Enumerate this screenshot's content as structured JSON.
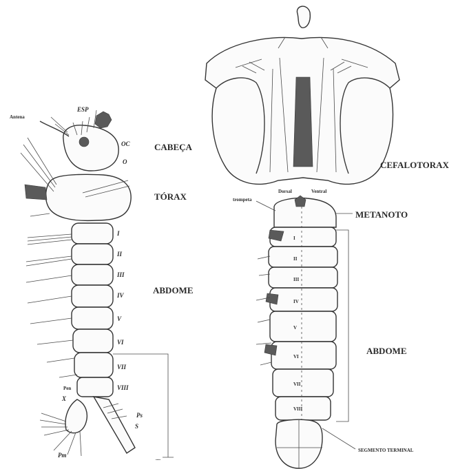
{
  "left_larva": {
    "labels": {
      "antenna": "Antena",
      "esp": "ESP",
      "cabeca": "CABEÇA",
      "torax": "TÓRAX",
      "abdome": "ABDOME",
      "oc": "OC",
      "o": "O",
      "pp": "Pen",
      "x": "X",
      "pm": "Pm",
      "ps": "Ps",
      "s": "S"
    },
    "roman_numerals": [
      "I",
      "II",
      "III",
      "IV",
      "V",
      "VI",
      "VII",
      "VIII"
    ]
  },
  "right_pupa": {
    "labels": {
      "cefalotorax": "CEFALOTORAX",
      "metanoto": "METANOTO",
      "abdome": "ABDOME",
      "segmento_terminal": "SEGMENTO TERMINAL",
      "dorsal": "Dorsal",
      "ventral": "Ventral",
      "trumpet": "trompeta"
    },
    "roman_numerals": [
      "I",
      "II",
      "III",
      "IV",
      "V",
      "VI",
      "VII",
      "VIII"
    ]
  }
}
